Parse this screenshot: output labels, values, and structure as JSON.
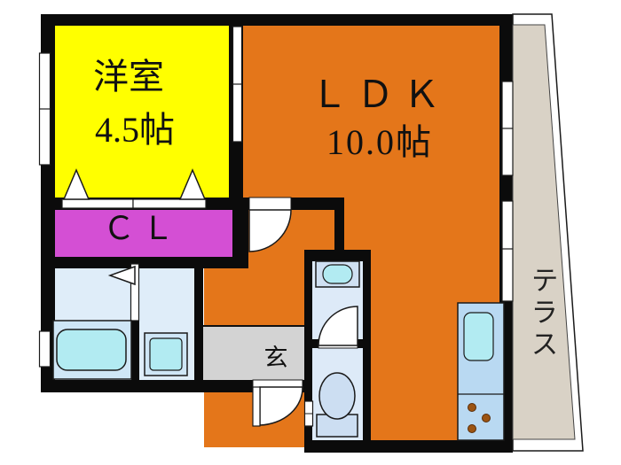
{
  "plan": {
    "type": "Japanese apartment floor plan",
    "rooms": {
      "western_room": {
        "name": "洋室",
        "size": "4.5帖",
        "color": "#ffff00"
      },
      "ldk": {
        "name": "ＬＤＫ",
        "size": "10.0帖",
        "color": "#e4761a"
      },
      "closet": {
        "label": "ＣＬ",
        "color": "#d44fd4"
      },
      "entrance": {
        "label": "玄",
        "color": "#d3d3d3"
      },
      "terrace": {
        "label": "テラス",
        "color": "#d9d2c6"
      },
      "bathroom": {
        "color": "#dfedf9"
      },
      "washroom_toilet": {
        "color": "#ddeaf8"
      }
    },
    "fixtures": [
      "bathtub",
      "washing-machine-pan",
      "vanity-sink",
      "toilet",
      "kitchen-sink",
      "stove-burners"
    ],
    "wall_color": "#0b0b0b",
    "fixture_fill": "#b2ebf2",
    "kitchen_counter_color": "#b9d9f2"
  }
}
